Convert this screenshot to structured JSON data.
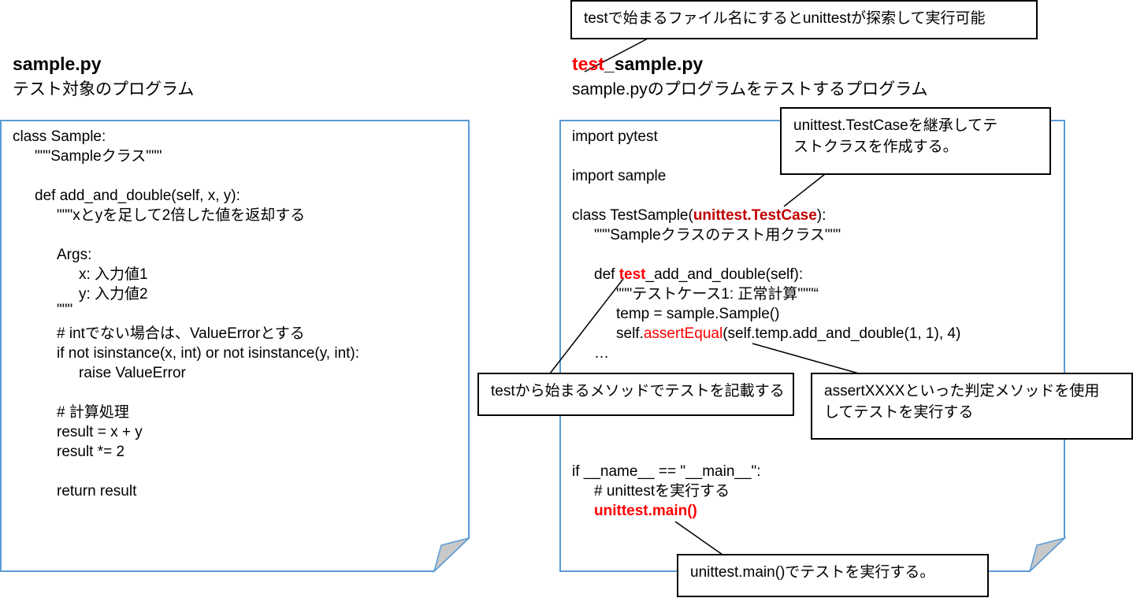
{
  "left": {
    "title": "sample.py",
    "subtitle": "テスト対象のプログラム",
    "code": [
      {
        "indent": 0,
        "row": 0,
        "parts": [
          {
            "t": "class Sample:"
          }
        ]
      },
      {
        "indent": 1,
        "row": 1,
        "parts": [
          {
            "t": "\"\"\"Sampleクラス\"\"\""
          }
        ]
      },
      {
        "indent": 1,
        "row": 3,
        "parts": [
          {
            "t": "def add_and_double(self, x, y):"
          }
        ]
      },
      {
        "indent": 2,
        "row": 4,
        "parts": [
          {
            "t": "\"\"\"xとyを足して2倍した値を返却する"
          }
        ]
      },
      {
        "indent": 2,
        "row": 6,
        "parts": [
          {
            "t": "Args:"
          }
        ]
      },
      {
        "indent": 3,
        "row": 7,
        "parts": [
          {
            "t": "x: 入力値1"
          }
        ]
      },
      {
        "indent": 3,
        "row": 8,
        "parts": [
          {
            "t": "y: 入力値2"
          }
        ]
      },
      {
        "indent": 2,
        "row": 8.8,
        "parts": [
          {
            "t": "\"\"\""
          }
        ]
      },
      {
        "indent": 2,
        "row": 10,
        "parts": [
          {
            "t": "# intでない場合は、ValueErrorとする"
          }
        ]
      },
      {
        "indent": 2,
        "row": 11,
        "parts": [
          {
            "t": "if not isinstance(x, int) or not isinstance(y, int):"
          }
        ]
      },
      {
        "indent": 3,
        "row": 12,
        "parts": [
          {
            "t": "raise ValueError"
          }
        ]
      },
      {
        "indent": 2,
        "row": 14,
        "parts": [
          {
            "t": "# 計算処理"
          }
        ]
      },
      {
        "indent": 2,
        "row": 15,
        "parts": [
          {
            "t": "result = x + y"
          }
        ]
      },
      {
        "indent": 2,
        "row": 16,
        "parts": [
          {
            "t": "result *= 2"
          }
        ]
      },
      {
        "indent": 2,
        "row": 18,
        "parts": [
          {
            "t": "return result"
          }
        ]
      }
    ]
  },
  "right": {
    "title_prefix": "test",
    "title_rest": "_sample.py",
    "subtitle": "sample.pyのプログラムをテストするプログラム",
    "code": [
      {
        "indent": 0,
        "row": 0,
        "parts": [
          {
            "t": "import pytest"
          }
        ]
      },
      {
        "indent": 0,
        "row": 2,
        "parts": [
          {
            "t": "import sample"
          }
        ]
      },
      {
        "indent": 0,
        "row": 4,
        "parts": [
          {
            "t": "class TestSample("
          },
          {
            "t": "unittest.TestCase",
            "s": "darkred"
          },
          {
            "t": "):"
          }
        ]
      },
      {
        "indent": 1,
        "row": 5,
        "parts": [
          {
            "t": "\"\"\"Sampleクラスのテスト用クラス\"\"\""
          }
        ]
      },
      {
        "indent": 1,
        "row": 7,
        "parts": [
          {
            "t": "def "
          },
          {
            "t": "test",
            "s": "boldred"
          },
          {
            "t": "_add_and_double(self):"
          }
        ]
      },
      {
        "indent": 2,
        "row": 8,
        "parts": [
          {
            "t": "\"\"\"テストケース1: 正常計算\"\"\"“"
          }
        ]
      },
      {
        "indent": 2,
        "row": 9,
        "parts": [
          {
            "t": "temp = sample.Sample()"
          }
        ]
      },
      {
        "indent": 2,
        "row": 10,
        "parts": [
          {
            "t": "self."
          },
          {
            "t": "assertEqual",
            "s": "red"
          },
          {
            "t": "(self.temp.add_and_double(1, 1), 4)"
          }
        ]
      },
      {
        "indent": 1,
        "row": 11,
        "parts": [
          {
            "t": "…"
          }
        ]
      },
      {
        "indent": 0,
        "row": 17,
        "parts": [
          {
            "t": "if __name__ == \"__main__\":"
          }
        ]
      },
      {
        "indent": 1,
        "row": 18,
        "parts": [
          {
            "t": "# unittestを実行する"
          }
        ]
      },
      {
        "indent": 1,
        "row": 19,
        "parts": [
          {
            "t": "unittest.main()",
            "s": "boldred"
          }
        ]
      }
    ]
  },
  "callouts": {
    "filename": "testで始まるファイル名にするとunittestが探索して実行可能",
    "testcase": "unittest.TestCaseを継承してテ\nストクラスを作成する。",
    "method": "testから始まるメソッドでテストを記載する",
    "assert": "assertXXXXといった判定メソッドを使用\nしてテストを実行する",
    "main": "unittest.main()でテストを実行する。"
  },
  "colors": {
    "border": "#5b9bd5",
    "accent": "#ff0000",
    "accent_dark": "#c00000",
    "fold": "#c8c8c8"
  }
}
